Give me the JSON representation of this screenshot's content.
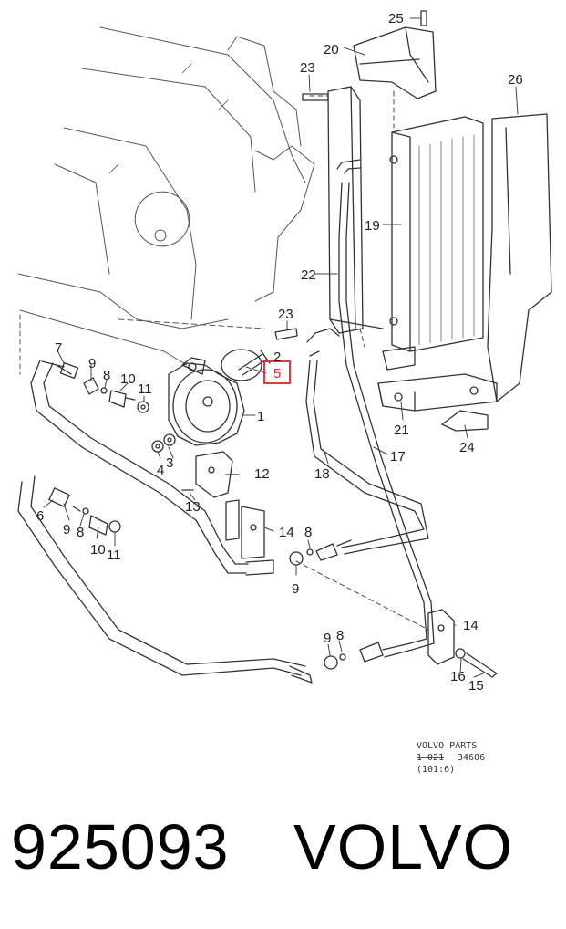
{
  "diagram": {
    "callouts": {
      "c1": "1",
      "c2": "2",
      "c3": "3",
      "c4": "4",
      "c5": "5",
      "c6": "6",
      "c7": "7",
      "c8a": "8",
      "c8b": "8",
      "c8c": "8",
      "c8d": "8",
      "c9a": "9",
      "c9b": "9",
      "c9c": "9",
      "c9d": "9",
      "c10a": "10",
      "c10b": "10",
      "c11a": "11",
      "c11b": "11",
      "c12": "12",
      "c13": "13",
      "c14a": "14",
      "c14b": "14",
      "c15": "15",
      "c16": "16",
      "c17": "17",
      "c18": "18",
      "c19": "19",
      "c20": "20",
      "c21": "21",
      "c22": "22",
      "c23a": "23",
      "c23b": "23",
      "c24": "24",
      "c25": "25",
      "c26": "26"
    },
    "highlight_color": "#d9262c",
    "corner": {
      "line1": "VOLVO PARTS",
      "line2a": "1 021",
      "line2b": "34606",
      "line3": "(101:6)"
    }
  },
  "footer": {
    "part_number": "925093",
    "brand": "VOLVO"
  }
}
